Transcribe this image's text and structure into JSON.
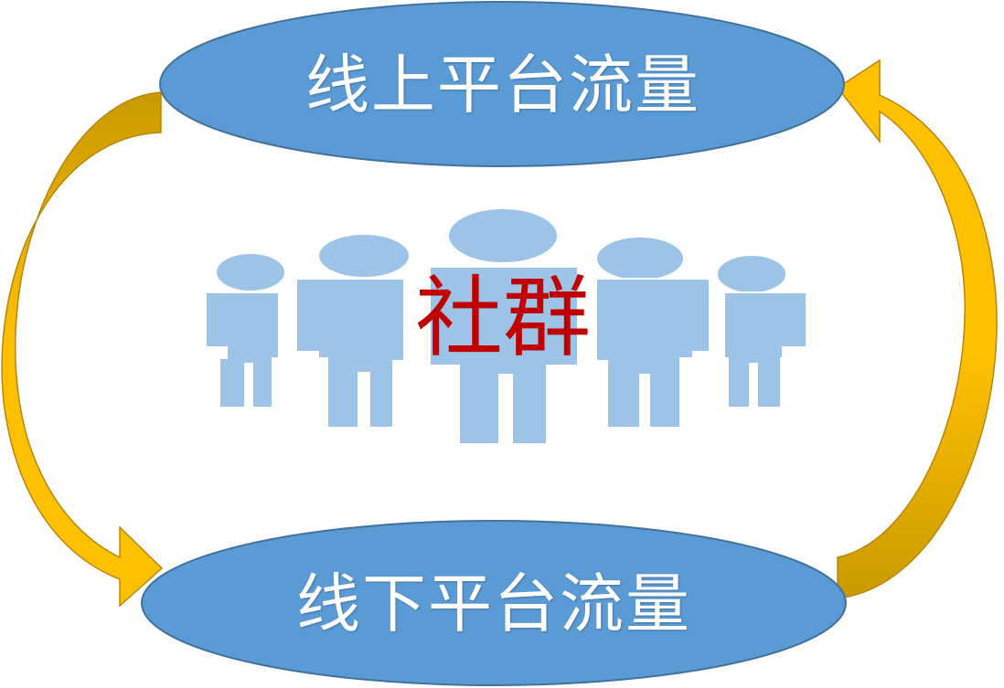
{
  "diagram": {
    "top_node": {
      "label": "线上平台流量"
    },
    "bottom_node": {
      "label": "线下平台流量"
    },
    "center": {
      "label": "社群",
      "icon": "people-group-icon"
    },
    "arrows": [
      {
        "name": "left-cycle-arrow",
        "from": "线上平台流量",
        "to": "线下平台流量"
      },
      {
        "name": "right-cycle-arrow",
        "from": "线下平台流量",
        "to": "线上平台流量"
      }
    ]
  },
  "colors": {
    "ellipse_fill": "#5b9bd5",
    "ellipse_stroke": "#41719c",
    "arrow_light": "#ffc000",
    "arrow_dark": "#bf9000",
    "people": "#9dc3e6",
    "center_text": "#c00000",
    "node_text": "#ffffff"
  }
}
